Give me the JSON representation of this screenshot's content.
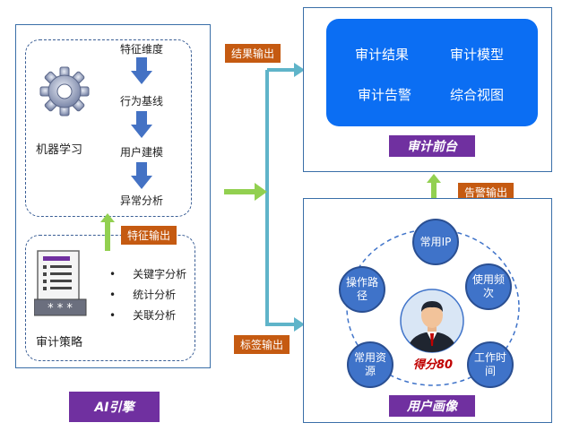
{
  "ai_engine": {
    "label": "AI引擎",
    "ml": {
      "label": "机器学习",
      "steps": [
        "特征维度",
        "行为基线",
        "用户建模",
        "异常分析"
      ]
    },
    "policy": {
      "label": "审计策略",
      "items": [
        "关键字分析",
        "统计分析",
        "关联分析"
      ]
    },
    "feature_output": "特征输出"
  },
  "flows": {
    "result_output": "结果输出",
    "tag_output": "标签输出",
    "alert_output": "告警输出"
  },
  "audit_front": {
    "label": "审计前台",
    "items": [
      "审计结果",
      "审计模型",
      "审计告警",
      "综合视图"
    ]
  },
  "user_profile": {
    "label": "用户画像",
    "score": "得分80",
    "nodes": [
      "常用IP",
      "使用频次",
      "工作时间",
      "常用资源",
      "操作路径"
    ]
  },
  "colors": {
    "blue_panel": "#0b6ef3",
    "node_blue": "#3f73c9",
    "tag_orange": "#c55a11",
    "label_purple": "#7030a0",
    "arrow_green": "#92d050",
    "arrow_teal": "#5fb4c9",
    "step_arrow_blue": "#4472c4"
  }
}
